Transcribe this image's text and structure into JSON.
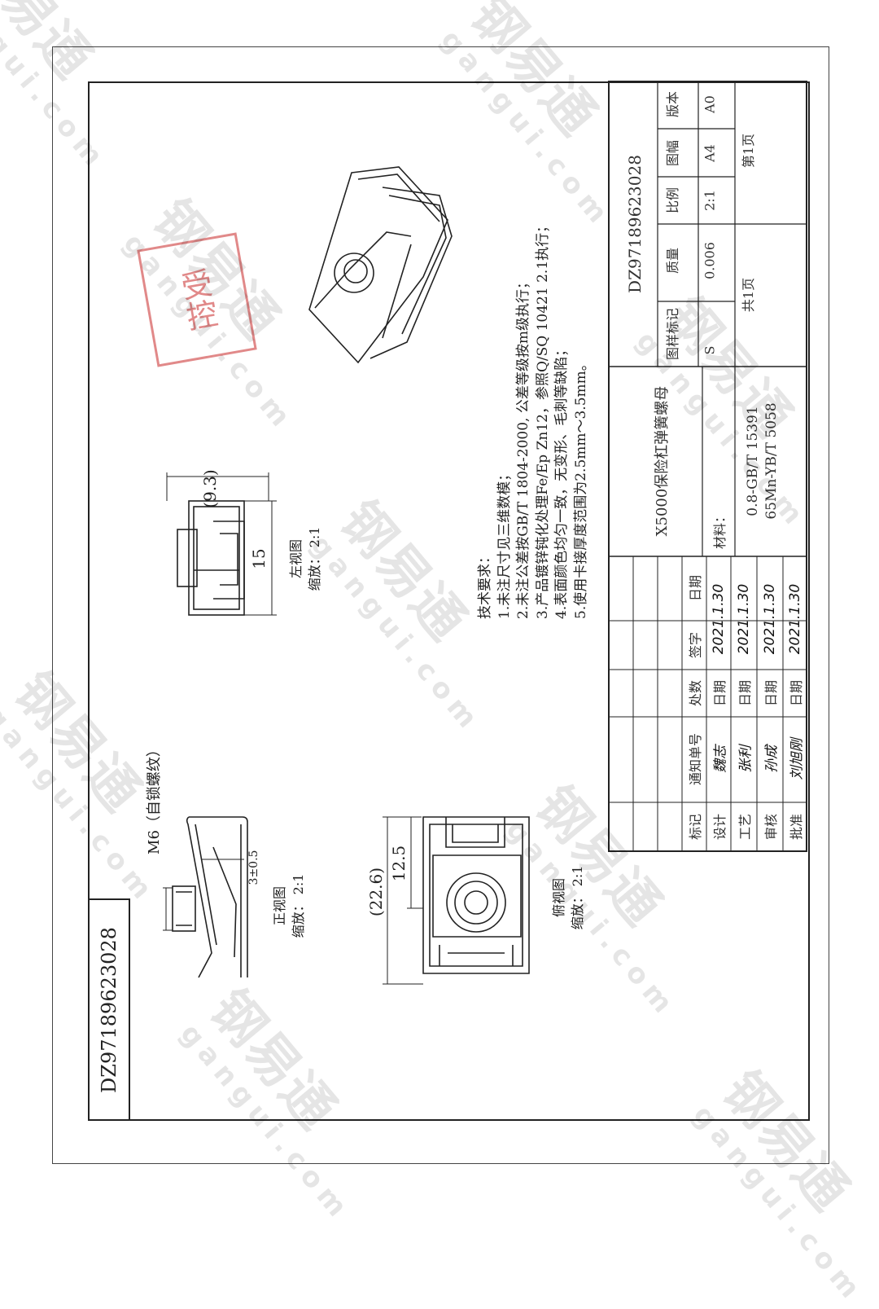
{
  "drawing": {
    "number": "DZ97189623028",
    "thread_note": "M6（自锁螺纹）",
    "views": {
      "front": {
        "name": "正视图",
        "scale": "缩放： 2:1",
        "dim": "3±0.5"
      },
      "top": {
        "name": "俯视图",
        "scale": "缩放： 2:1",
        "dim_a": "12.5",
        "dim_b": "(22.6)"
      },
      "left": {
        "name": "左视图",
        "scale": "缩放： 2:1",
        "dim_a": "15",
        "dim_b": "(9.3)"
      }
    }
  },
  "tech_requirements": {
    "title": "技术要求：",
    "items": [
      "1.未注尺寸见三维数模；",
      "2.未注公差按GB/T 1804-2000, 公差等级按m级执行；",
      "3.产品镀锌钝化处理Fe/Ep Zn12，参照Q/SQ 10421 2.1执行；",
      "4.表面颜色均匀一致，无变形、毛刺等缺陷；",
      "5.使用卡接厚度范围为2.5mm～3.5mm。"
    ]
  },
  "title_block": {
    "part_name": "X5000保险杠弹簧螺母",
    "drawing_no": "DZ97189623028",
    "material_label": "材料：",
    "material_spec1": "0.8-GB/T 15391",
    "material_spec2": "65Mn-YB/T 5058",
    "headers": [
      "图样标记",
      "质量",
      "比例",
      "图幅",
      "版本"
    ],
    "values": [
      "S",
      "0.006",
      "2:1",
      "A4",
      "A0"
    ],
    "sheets_total": "共1页",
    "sheet_no": "第1页",
    "rev_headers": [
      "标记",
      "通知单号",
      "处数",
      "签字",
      "日期"
    ],
    "rows": [
      {
        "role": "设计",
        "name": "魏志",
        "date_label": "日期",
        "date": "2021.1.30"
      },
      {
        "role": "工艺",
        "name": "张利",
        "date_label": "日期",
        "date": "2021.1.30"
      },
      {
        "role": "审核",
        "name": "孙成",
        "date_label": "日期",
        "date": "2021.1.30"
      },
      {
        "role": "批准",
        "name": "刘旭刚",
        "date_label": "日期",
        "date": "2021.1.30"
      }
    ]
  },
  "watermark": {
    "logo": "钢易通",
    "url": "gangui.com"
  },
  "stamp_text": "受控"
}
